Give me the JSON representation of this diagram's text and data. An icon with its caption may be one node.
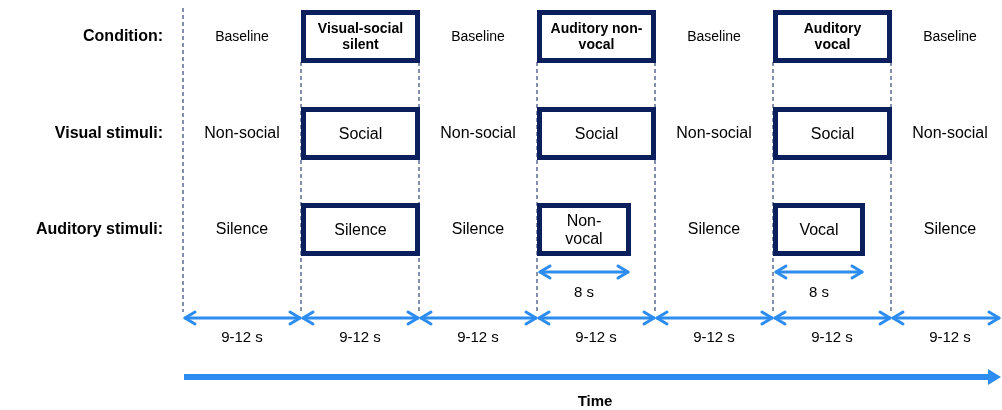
{
  "diagram": {
    "nodes": [
      {
        "text": [
          "Visual-social silent"
        ]
      },
      {
        "text": [
          "Auditory non-vocal"
        ]
      },
      {
        "text": [
          "Auditory vocal"
        ]
      },
      {
        "text": [
          "Social"
        ]
      },
      {
        "text": [
          "Social"
        ]
      },
      {
        "text": [
          "Social"
        ]
      },
      {
        "text": [
          "Silence"
        ]
      },
      {
        "text": [
          "Non-vocal"
        ]
      },
      {
        "text": [
          "Vocal"
        ]
      }
    ],
    "labels": [
      "Condition:",
      "Baseline",
      "Baseline",
      "Baseline",
      "Baseline",
      "Visual stimuli:",
      "Non-social",
      "Non-social",
      "Non-social",
      "Non-social",
      "Auditory stimuli:",
      "Silence",
      "Silence",
      "Silence",
      "Silence",
      "8 s",
      "8 s",
      "9-12 s",
      "9-12 s",
      "9-12 s",
      "9-12 s",
      "9-12 s",
      "9-12 s",
      "9-12 s",
      "Time"
    ]
  }
}
